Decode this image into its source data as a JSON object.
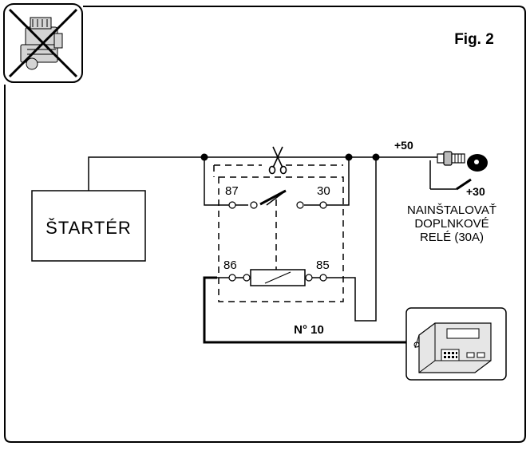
{
  "figure": {
    "label": "Fig. 2"
  },
  "icons": {
    "corner": "crossed-out-engine-icon",
    "cut": "scissors-icon",
    "key": "ignition-key-icon",
    "module": "control-module-icon"
  },
  "starter": {
    "label": "ŠTARTÉR"
  },
  "relay": {
    "pin_87": "87",
    "pin_30": "30",
    "pin_86": "86",
    "pin_85": "85"
  },
  "supply": {
    "plus50": "+50",
    "plus30": "+30"
  },
  "note": {
    "line1": "NAINŠTALOVAŤ",
    "line2": "DOPLNKOVÉ",
    "line3": "RELÉ (30A)"
  },
  "wire": {
    "label": "N° 10"
  },
  "colors": {
    "line": "#000000",
    "background": "#ffffff",
    "module_fill": "#e6e6e6"
  }
}
